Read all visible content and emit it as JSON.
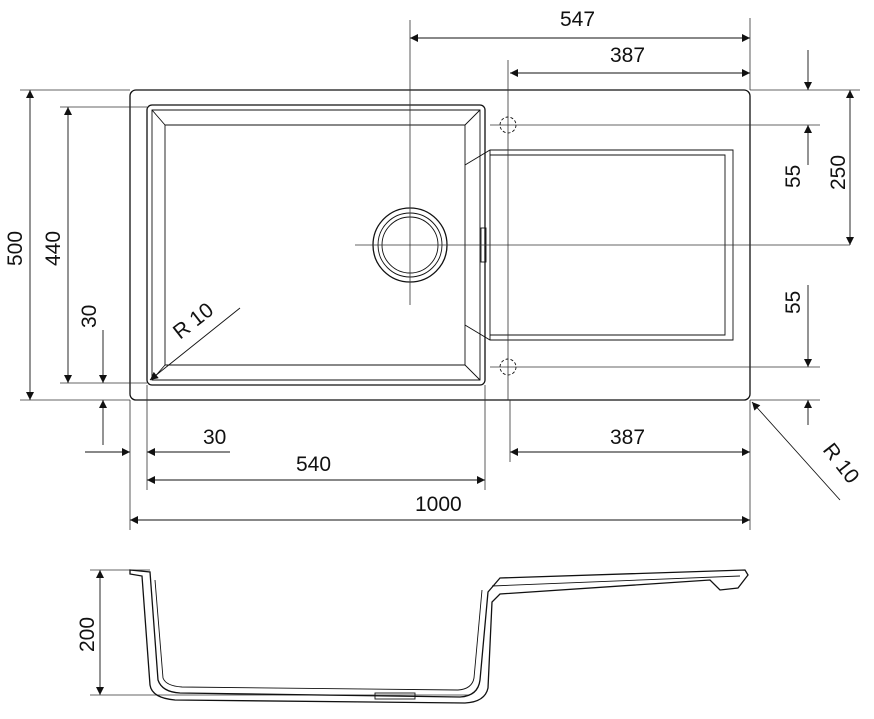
{
  "drawing": {
    "title": "Sink with drainer technical drawing",
    "dimensions": {
      "d547": "547",
      "d387_top": "387",
      "d500": "500",
      "d440": "440",
      "d30_left": "30",
      "r10_left": "R 10",
      "d30_bottom": "30",
      "d540": "540",
      "d387_bottom": "387",
      "d1000": "1000",
      "d55_top": "55",
      "d250": "250",
      "d55_bottom": "55",
      "r10_right": "R 10",
      "d200": "200"
    }
  }
}
